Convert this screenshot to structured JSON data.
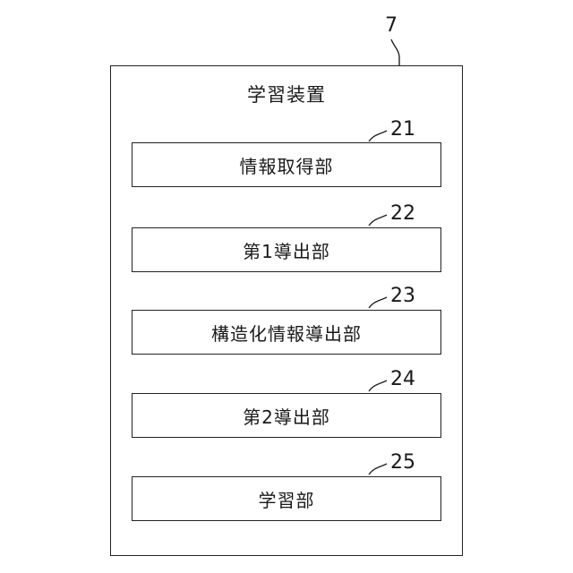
{
  "device": {
    "ref": "7",
    "title": "学習装置"
  },
  "units": [
    {
      "ref": "21",
      "label": "情報取得部"
    },
    {
      "ref": "22",
      "label": "第1導出部"
    },
    {
      "ref": "23",
      "label": "構造化情報導出部"
    },
    {
      "ref": "24",
      "label": "第2導出部"
    },
    {
      "ref": "25",
      "label": "学習部"
    }
  ]
}
